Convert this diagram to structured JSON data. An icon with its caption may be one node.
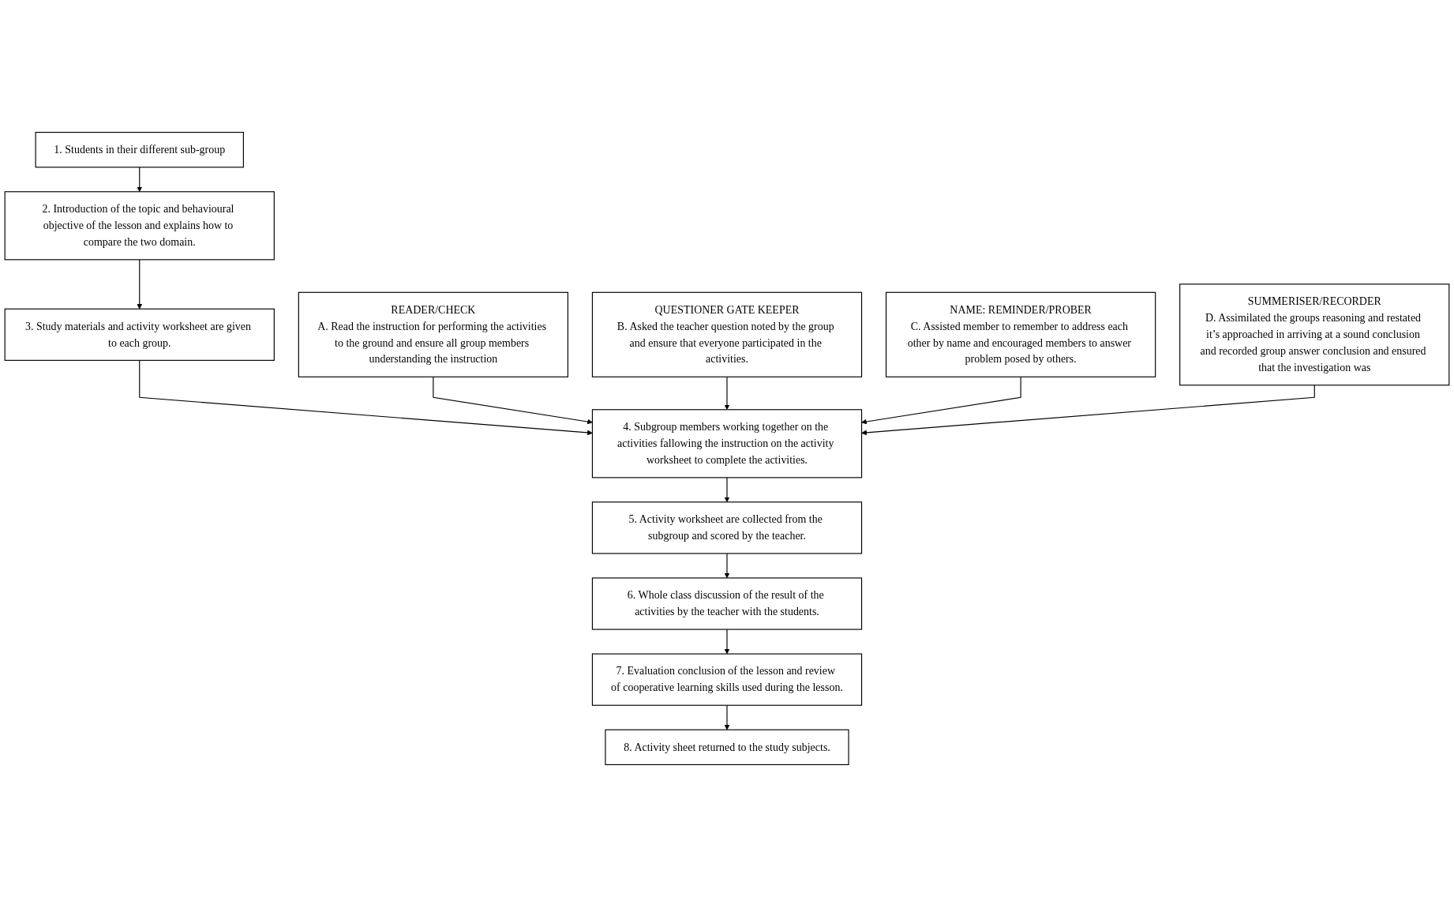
{
  "diagram": {
    "nodes": [
      {
        "text": [
          "1. Students in their different sub-group"
        ]
      },
      {
        "text": [
          "READER/CHECK",
          "A. Read the instruction for performing the activities to the ground and ensure all group members understanding the instruction"
        ]
      },
      {
        "text": [
          "2. Introduction of the topic and behavioural objective of the lesson and explains how to compare the two domain."
        ]
      },
      {
        "text": [
          "NAME: REMINDER/PROBER",
          "C. Assisted member to remember to address each other by name and encouraged members to answer problem posed by others."
        ]
      },
      {
        "text": [
          "3. Study materials and activity worksheet are given to each group."
        ]
      },
      {
        "text": [
          "4. Subgroup members working together on the activities fallowing the instruction on the activity worksheet to complete the activities."
        ]
      },
      {
        "text": [
          "QUESTIONER GATE KEEPER",
          "B. Asked the teacher question noted by the group and ensure that everyone participated in the activities."
        ]
      },
      {
        "text": [
          "5. Activity worksheet are collected from the subgroup and scored by the teacher."
        ]
      },
      {
        "text": [
          "SUMMERISER/RECORDER",
          "D. Assimilated the groups reasoning and restated it’s approached in arriving at a sound conclusion and recorded group answer conclusion and ensured that the investigation was"
        ]
      },
      {
        "text": [
          "6. Whole class discussion of the result of the activities by the teacher with the students."
        ]
      },
      {
        "text": [
          "7. Evaluation conclusion of the lesson and review of cooperative learning skills used during the lesson."
        ]
      },
      {
        "text": [
          "8. Activity sheet returned to the study subjects."
        ]
      }
    ],
    "edges": [
      {
        "from": 0,
        "to": 2,
        "arrow": "to"
      },
      {
        "from": 2,
        "to": 4,
        "arrow": "to"
      },
      {
        "from": 4,
        "to": 5,
        "arrow": "to"
      },
      {
        "from": 5,
        "to": 7,
        "arrow": "to"
      },
      {
        "from": 7,
        "to": 9,
        "arrow": "to"
      },
      {
        "from": 9,
        "to": 10,
        "arrow": "to"
      },
      {
        "from": 10,
        "to": 11,
        "arrow": "to"
      },
      {
        "from": 1,
        "to": 5,
        "arrow": "to"
      },
      {
        "from": 6,
        "to": 5,
        "arrow": "to"
      },
      {
        "from": 3,
        "to": 5,
        "arrow": "to"
      },
      {
        "from": 8,
        "to": 5,
        "arrow": "to"
      }
    ]
  }
}
